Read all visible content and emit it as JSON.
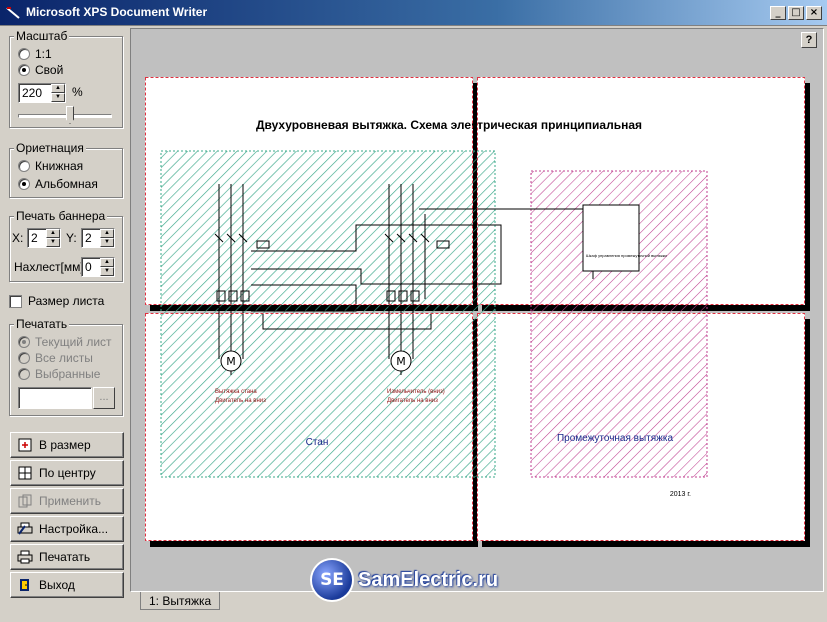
{
  "window": {
    "title": "Microsoft XPS Document Writer"
  },
  "scale_group": {
    "legend": "Масштаб",
    "option_1to1": "1:1",
    "option_custom": "Свой",
    "zoom_value": "220",
    "zoom_unit": "%",
    "slider_level_percent": 55
  },
  "orientation_group": {
    "legend": "Ориетнация",
    "portrait": "Книжная",
    "landscape": "Альбомная"
  },
  "banner_group": {
    "legend": "Печать баннера",
    "x_label": "X:",
    "x_value": "2",
    "y_label": "Y:",
    "y_value": "2",
    "overlap_label": "Нахлест[мм]:",
    "overlap_value": "0"
  },
  "sheet_size_label": "Размер листа",
  "print_group": {
    "legend": "Печатать",
    "current": "Текущий лист",
    "all": "Все листы",
    "selected": "Выбранные",
    "browse": "..."
  },
  "buttons": {
    "fit": "В размер",
    "center": "По центру",
    "apply": "Применить",
    "setup": "Настройка...",
    "print": "Печатать",
    "exit": "Выход"
  },
  "help": "?",
  "drawing": {
    "title": "Двухуровневая вытяжка. Схема электрическая принципиальная",
    "zone_left": "Стан",
    "zone_right": "Промежуточная вытяжка",
    "motor1_line1": "Вытяжка стана",
    "motor1_line2": "Двигатель на вниз",
    "motor2_line1": "Измельчитель (вниз)",
    "motor2_line2": "Двигатель на вниз",
    "box_label": "Шкаф управления промежуточной вытяжки",
    "year": "2013 г.",
    "motor_symbol": "M"
  },
  "tab": {
    "label": "1: Вытяжка"
  },
  "watermark": {
    "logo": "SE",
    "text": "SamElectric.ru"
  },
  "colors": {
    "green_hatch": "#3aa88a",
    "pink_hatch": "#c04090",
    "sheet_border": "#e03040",
    "title_bar": "#0a246a"
  }
}
